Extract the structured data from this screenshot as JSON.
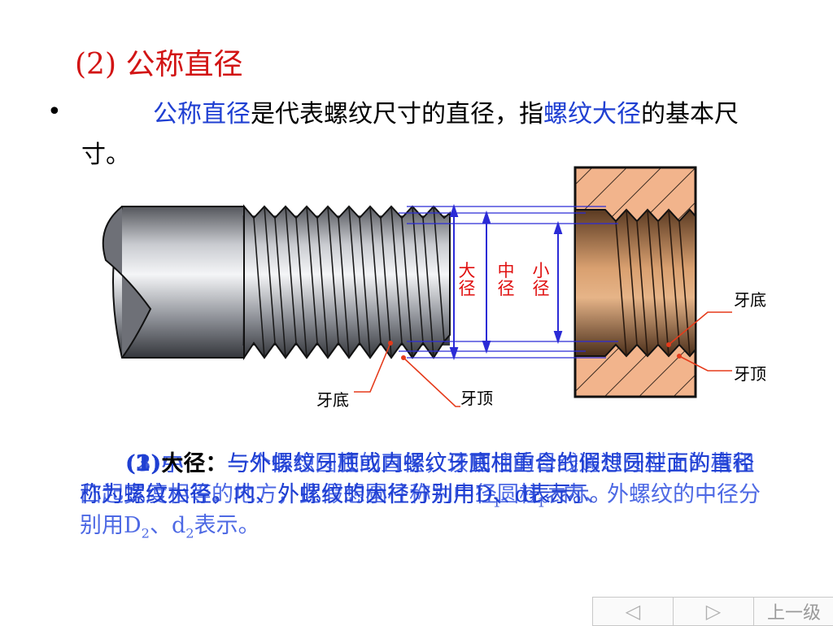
{
  "heading": "(2)  公称直径",
  "bullet": "•",
  "definition": {
    "term": "公称直径",
    "mid": "是代表螺纹尺寸的直径，指",
    "ref": "螺纹大径",
    "end": "的基本尺寸。"
  },
  "diagram": {
    "dims": {
      "major": "大径",
      "pitch": "中径",
      "minor": "小径"
    },
    "labels": {
      "left_root": "牙底",
      "left_crest": "牙顶",
      "right_root": "牙底",
      "right_crest": "牙顶"
    },
    "colors": {
      "dim_line": "#2b2bd6",
      "dim_text": "#e01010",
      "leader": "#e53a1a",
      "nut": "#f2b48c"
    }
  },
  "paragraphs": {
    "major": {
      "num": "(1)",
      "term": "大径：",
      "text1": "与外螺纹牙顶或内螺纹牙底相重合的假想圆柱面的直径称为螺纹大径。内、外螺纹的大径分别用D、d表示。"
    },
    "minor": {
      "num": "(2)",
      "term": "小径：",
      "text1": "与外螺纹牙底或内螺纹牙顶相重合的假想圆柱面的直径称为螺纹小径，内、外螺纹的小径分别用D",
      "sub": "1",
      "text2": "、d",
      "sub2": "1",
      "text3": "表示。"
    },
    "pitch": {
      "num": "(3)",
      "term": "中径：",
      "text1": "一个假想圆柱的直径，该圆柱的母线通过牙型上沟槽和凸起宽度相等的地方，此假想圆柱称为中径圆柱。内、外螺纹的中径分别用D",
      "sub": "2",
      "text2": "、d",
      "sub2": "2",
      "text3": "表示。"
    }
  },
  "nav": {
    "prev": "◁",
    "next": "▷",
    "up": "上一级"
  }
}
